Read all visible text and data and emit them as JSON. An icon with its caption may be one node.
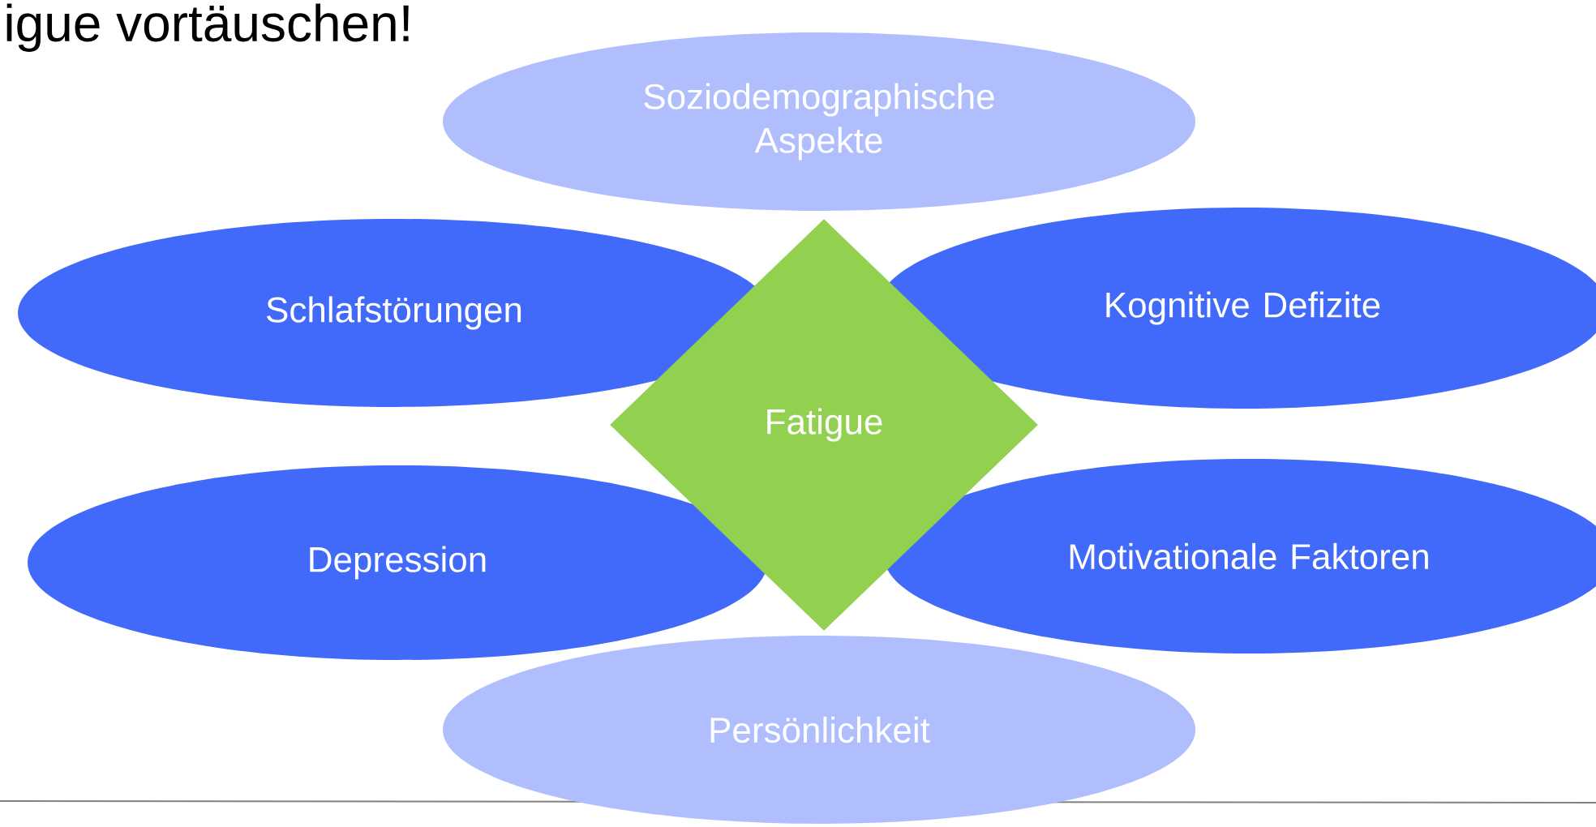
{
  "diagram": {
    "nodes": [
      {
        "text": [
          "Soziodemographische Aspekte"
        ]
      },
      {
        "text": [
          "Schlafstörungen"
        ]
      },
      {
        "text": [
          "Kognitive Defizite"
        ]
      },
      {
        "text": [
          "Fatigue"
        ]
      },
      {
        "text": [
          "Depression"
        ]
      },
      {
        "text": [
          "Motivationale Faktoren"
        ]
      },
      {
        "text": [
          "Persönlichkeit"
        ]
      }
    ],
    "labels": [
      "igue vortäuschen!"
    ]
  }
}
